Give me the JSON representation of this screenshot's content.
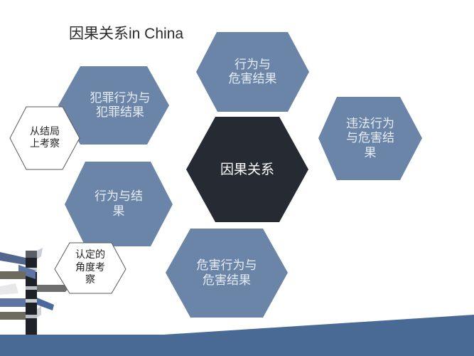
{
  "slide": {
    "title_cn": "因果关系",
    "title_en": "in China",
    "colors": {
      "hex_blue": "#6b85a8",
      "hex_dark": "#252a33",
      "hex_outline_stroke": "#555555",
      "band": "#4a6a96",
      "background": "#ffffff"
    }
  },
  "diagram": {
    "center": {
      "label": "因果关系"
    },
    "nodes": [
      {
        "id": "top",
        "label_lines": [
          "行为与",
          "危害结果"
        ]
      },
      {
        "id": "right",
        "label_lines": [
          "违法行为",
          "与危害结",
          "果"
        ]
      },
      {
        "id": "bottom",
        "label_lines": [
          "危害行为与",
          "危害结果"
        ]
      },
      {
        "id": "top-left",
        "label_lines": [
          "犯罪行为与",
          "犯罪结果"
        ]
      },
      {
        "id": "mid-left",
        "label_lines": [
          "行为与结",
          "果"
        ]
      }
    ],
    "annotations": [
      {
        "id": "from-outcome",
        "label_lines": [
          "从结局",
          "上考察"
        ]
      },
      {
        "id": "from-determination",
        "label_lines": [
          "认定的",
          "角度考",
          "察"
        ]
      }
    ]
  },
  "decoration": {
    "image": "signpost-illustration"
  }
}
